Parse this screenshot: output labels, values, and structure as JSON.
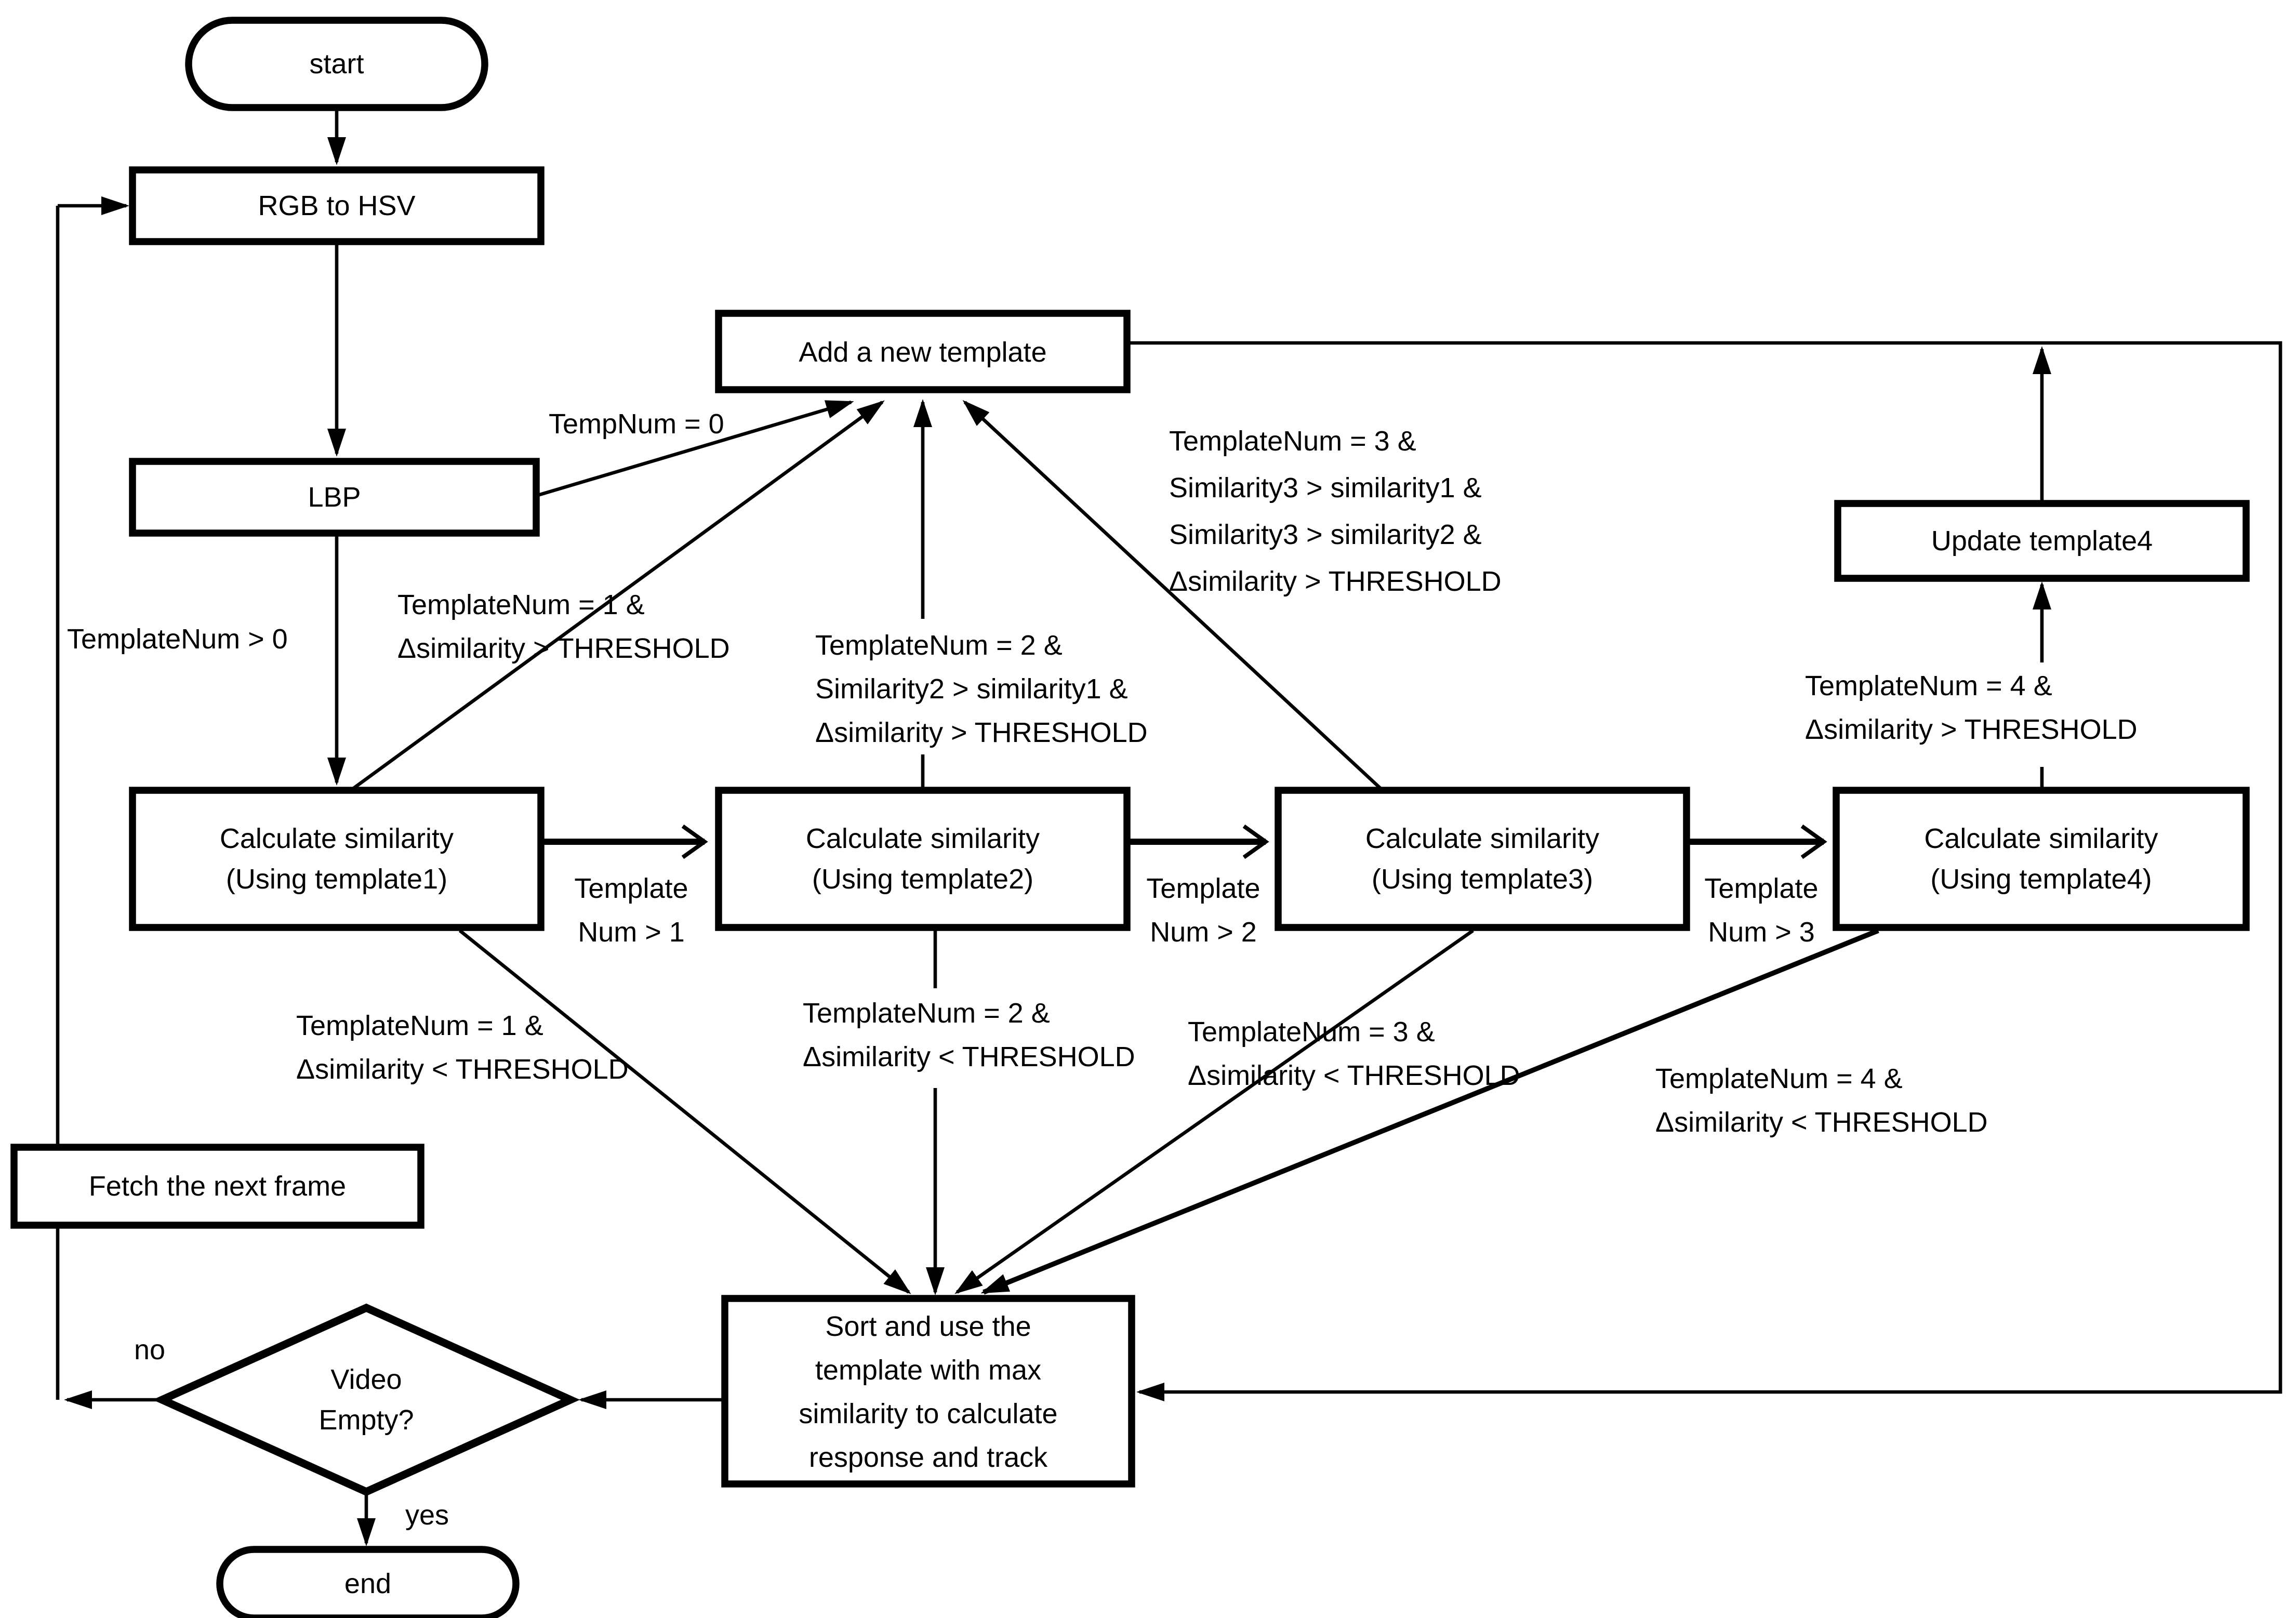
{
  "diagram": {
    "title": "template tracking flowchart",
    "colors": {
      "line": "#000000",
      "background": "#ffffff",
      "text": "#000000"
    }
  },
  "nodes": {
    "start": {
      "label": "start"
    },
    "rgb_to_hsv": {
      "label": "RGB to HSV"
    },
    "lbp": {
      "label": "LBP"
    },
    "add_template": {
      "label": "Add a new template"
    },
    "update_template4": {
      "label": "Update template4"
    },
    "calc1": {
      "line1": "Calculate similarity",
      "line2": "(Using template1)"
    },
    "calc2": {
      "line1": "Calculate similarity",
      "line2": "(Using template2)"
    },
    "calc3": {
      "line1": "Calculate similarity",
      "line2": "(Using template3)"
    },
    "calc4": {
      "line1": "Calculate similarity",
      "line2": "(Using template4)"
    },
    "sort": {
      "line1": "Sort and use the",
      "line2": "template with max",
      "line3": "similarity to calculate",
      "line4": "response and track"
    },
    "fetch": {
      "label": "Fetch the next frame"
    },
    "video_empty": {
      "line1": "Video",
      "line2": "Empty?"
    },
    "end": {
      "label": "end"
    }
  },
  "edge_labels": {
    "temp_num_0": "TempNum = 0",
    "template_num_gt_0": "TemplateNum > 0",
    "template_num_gt_1": {
      "line1": "Template",
      "line2": "Num > 1"
    },
    "template_num_gt_2": {
      "line1": "Template",
      "line2": "Num > 2"
    },
    "template_num_gt_3": {
      "line1": "Template",
      "line2": "Num > 3"
    },
    "cond1_add": {
      "line1": "TemplateNum = 1 &",
      "line2": "Δsimilarity > THRESHOLD"
    },
    "cond2_add": {
      "line1": "TemplateNum = 2 &",
      "line2": "Similarity2 > similarity1 &",
      "line3": "Δsimilarity > THRESHOLD"
    },
    "cond3_add": {
      "line1": "TemplateNum = 3 &",
      "line2": "Similarity3 > similarity1 &",
      "line3": "Similarity3 > similarity2 &",
      "line4": "Δsimilarity > THRESHOLD"
    },
    "cond4_update": {
      "line1": "TemplateNum = 4 &",
      "line2": "Δsimilarity > THRESHOLD"
    },
    "cond1_sort": {
      "line1": "TemplateNum = 1 &",
      "line2": "Δsimilarity < THRESHOLD"
    },
    "cond2_sort": {
      "line1": "TemplateNum = 2 &",
      "line2": "Δsimilarity < THRESHOLD"
    },
    "cond3_sort": {
      "line1": "TemplateNum = 3 &",
      "line2": "Δsimilarity < THRESHOLD"
    },
    "cond4_sort": {
      "line1": "TemplateNum = 4 &",
      "line2": "Δsimilarity < THRESHOLD"
    },
    "no": "no",
    "yes": "yes"
  }
}
